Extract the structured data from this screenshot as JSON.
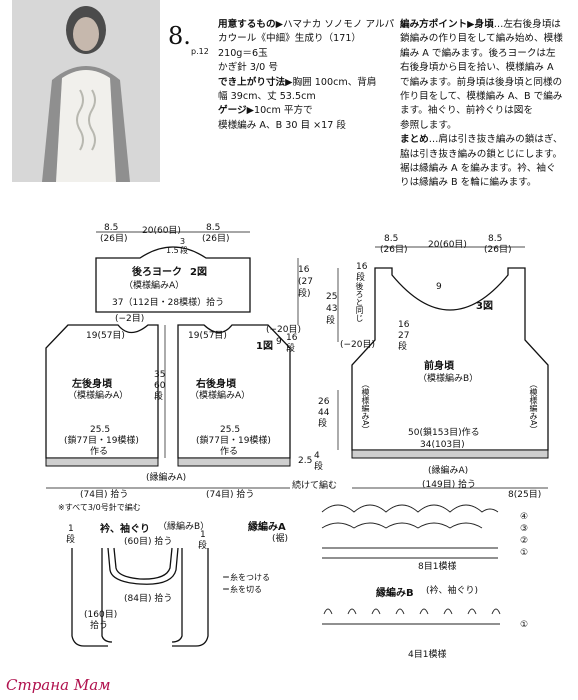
{
  "pattern_number": "8.",
  "page_ref": "p.12",
  "materials": {
    "heading": "用意するもの",
    "line1": "▶ハマナカ ソノモノ アルパカウール《中細》生成り（171）",
    "line2": "210g＝6玉",
    "line3": "かぎ針 3/0 号"
  },
  "size": {
    "heading": "でき上がり寸法",
    "line1": "▶胸囲 100cm、背肩",
    "line2": "幅 39cm、丈 53.5cm"
  },
  "gauge": {
    "heading": "ゲージ",
    "line1": "▶10cm 平方で",
    "line2": "模様編み A、B 30 目 ×17 段"
  },
  "instructions": {
    "heading": "編み方ポイント",
    "body_heading": "▶身頃",
    "lines": [
      "…左右後身頃は",
      "鎖編みの作り目をして編み始め、模様",
      "編み A で編みます。後ろヨークは左",
      "右後身頃から目を拾い、模様編み A",
      "で編みます。前身頃は後身頃と同様の",
      "作り目をして、模様編み A、B で編み",
      "ます。袖ぐり、前衿ぐりは図を",
      "参照します。"
    ],
    "matome_heading": "まとめ",
    "matome_lines": [
      "…肩は引き抜き編みの鎖はぎ、",
      "脇は引き抜き編みの鎖とじにします。",
      "裾は縁編み A を編みます。衿、袖ぐ",
      "りは縁編み B を輪に編みます。"
    ]
  },
  "diagram": {
    "back_yoke": {
      "title": "後ろヨーク",
      "fig": "2図",
      "pattern": "（模様編みA）",
      "pickup": "37（112目・28模様）拾う"
    },
    "top_dims": {
      "left": "8.5",
      "left_sts": "(26目)",
      "mid": "20(60目)",
      "right": "8.5",
      "right_sts": "(26目)",
      "neck_row": "3",
      "neck_row_unit": "段",
      "neck_dim": "1.5"
    },
    "yoke_height": {
      "cm": "16",
      "rows": "(27",
      "unit": "段)"
    },
    "yoke_minus": "(−2目)",
    "left_back": {
      "title": "左後身頃",
      "pattern": "（模様編みA）",
      "width": "19(57目)",
      "bottom_cm": "25.5",
      "bottom_sts": "(鎖77目・19模様)",
      "bottom_make": "作る"
    },
    "right_back": {
      "title": "右後身頃",
      "pattern": "（模様編みA）",
      "width": "19(57目)",
      "bottom_cm": "25.5",
      "bottom_sts": "(鎖77目・19模様)",
      "bottom_make": "作る",
      "minus": "(−20目)"
    },
    "fig1": "1図",
    "armhole": {
      "cm": "9",
      "rows": "16",
      "unit": "段"
    },
    "back_height": {
      "cm": "35",
      "rows": "60",
      "unit": "段"
    },
    "edge_a_left": "(縁編みA)",
    "edge_left_pick": "(74目) 拾う",
    "edge_right_pick": "(74目) 拾う",
    "needle_note": "※すべて3/0号針で編む",
    "side_height": {
      "cm": "26",
      "rows": "44",
      "unit": "段"
    },
    "hem_edge": {
      "cm": "2.5",
      "rows": "4",
      "unit": "段"
    },
    "continue_note": "続けて編む",
    "front": {
      "title": "前身頃",
      "pattern": "（模様編みB）",
      "fig": "3図",
      "top_left": "8.5",
      "top_left_sts": "(26目)",
      "top_mid": "20(60目)",
      "top_right": "8.5",
      "top_right_sts": "(26目)",
      "total_cm": "25",
      "total_rows": "43",
      "total_unit": "段",
      "neck_cm": "9",
      "neck_rows": "16",
      "neck_unit": "段",
      "front_neck_cm": "16",
      "front_neck_rows": "27",
      "front_neck_unit": "段",
      "back_same": "後ろと同じ",
      "minus": "(−20目)",
      "side_a_left": "（模様編みA）",
      "side_a_right": "（模様編みA）",
      "width_main": "50(鎖153目)作る",
      "width_inner": "34(103目)",
      "edge": "(縁編みA)",
      "edge_pick": "(149目) 拾う",
      "repeat_note": "8(25目)"
    },
    "collar": {
      "title": "衿、袖ぐり",
      "pattern": "（縁編みB）",
      "row_left": "1",
      "row_left_unit": "段",
      "row_right": "1",
      "row_right_unit": "段",
      "neck_pick": "(60目) 拾う",
      "inner_pick": "(84目) 拾う",
      "arm_pick": "(160目)",
      "arm_pick2": "拾う"
    },
    "legend": {
      "join": "＝糸をつける",
      "cut": "＝糸を切る"
    },
    "edge_a_chart": {
      "title": "縁編みA",
      "sub": "(裾)",
      "repeat": "8目1模様",
      "rows": [
        "④",
        "③",
        "②",
        "①"
      ]
    },
    "edge_b_chart": {
      "title": "縁編みB",
      "sub": "(衿、袖ぐり)",
      "repeat": "4目1模様",
      "rows": [
        "①"
      ]
    }
  },
  "watermark": "Страна Мам"
}
